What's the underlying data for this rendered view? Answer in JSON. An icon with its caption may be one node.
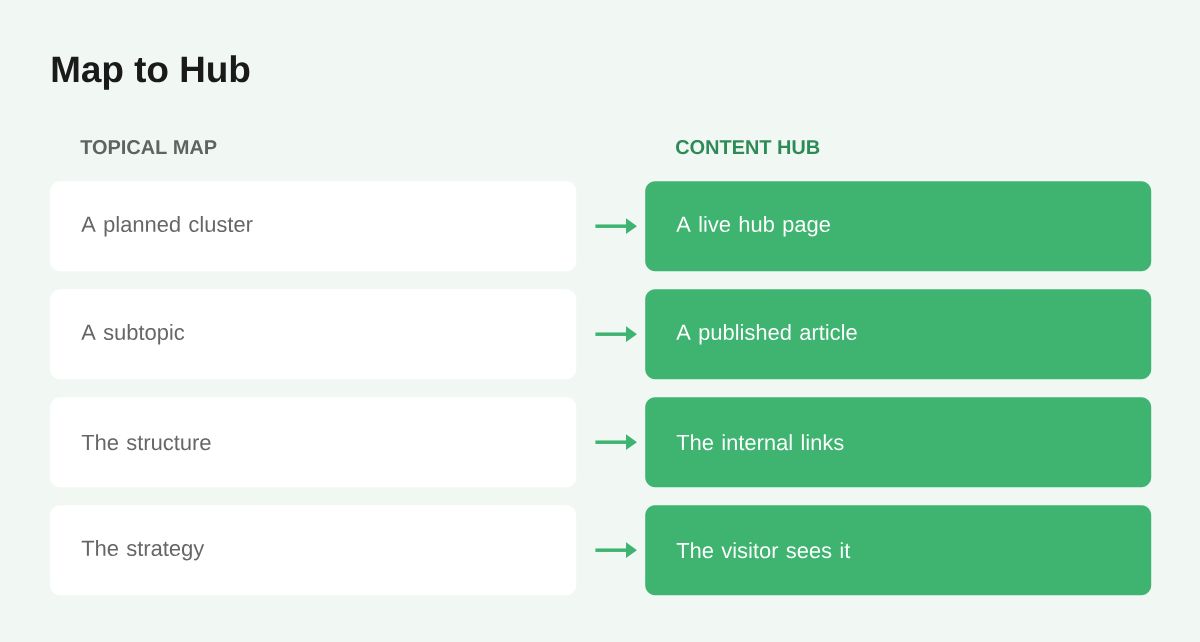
{
  "diagram": {
    "title": "Map to Hub",
    "nodes": [
      {
        "text": [
          "A planned cluster"
        ]
      },
      {
        "text": [
          "A live hub page"
        ]
      },
      {
        "text": [
          "A subtopic"
        ]
      },
      {
        "text": [
          "A published article"
        ]
      },
      {
        "text": [
          "The structure"
        ]
      },
      {
        "text": [
          "The internal links"
        ]
      },
      {
        "text": [
          "The strategy"
        ]
      },
      {
        "text": [
          "The visitor sees it"
        ]
      }
    ],
    "edges": [
      {
        "from": 0,
        "to": 1,
        "arrow": "to"
      },
      {
        "from": 2,
        "to": 3,
        "arrow": "to"
      },
      {
        "from": 4,
        "to": 5,
        "arrow": "to"
      },
      {
        "from": 6,
        "to": 7,
        "arrow": "to"
      }
    ],
    "labels": [
      "TOPICAL MAP",
      "CONTENT HUB"
    ]
  }
}
